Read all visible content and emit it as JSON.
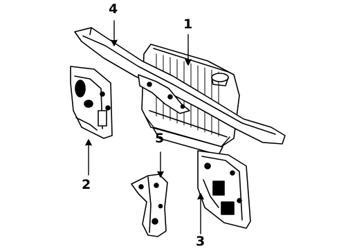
{
  "diagram": {
    "callouts": {
      "part1": "1",
      "part2": "2",
      "part3": "3",
      "part4": "4",
      "part5": "5"
    },
    "parts": [
      {
        "id": "1",
        "depicts": "radiator-icon"
      },
      {
        "id": "2",
        "depicts": "left-side-panel-icon"
      },
      {
        "id": "3",
        "depicts": "right-side-panel-icon"
      },
      {
        "id": "4",
        "depicts": "upper-support-bar-icon"
      },
      {
        "id": "5",
        "depicts": "center-brace-icon"
      }
    ],
    "colors": {
      "ink": "#000000",
      "paper": "#ffffff"
    }
  }
}
